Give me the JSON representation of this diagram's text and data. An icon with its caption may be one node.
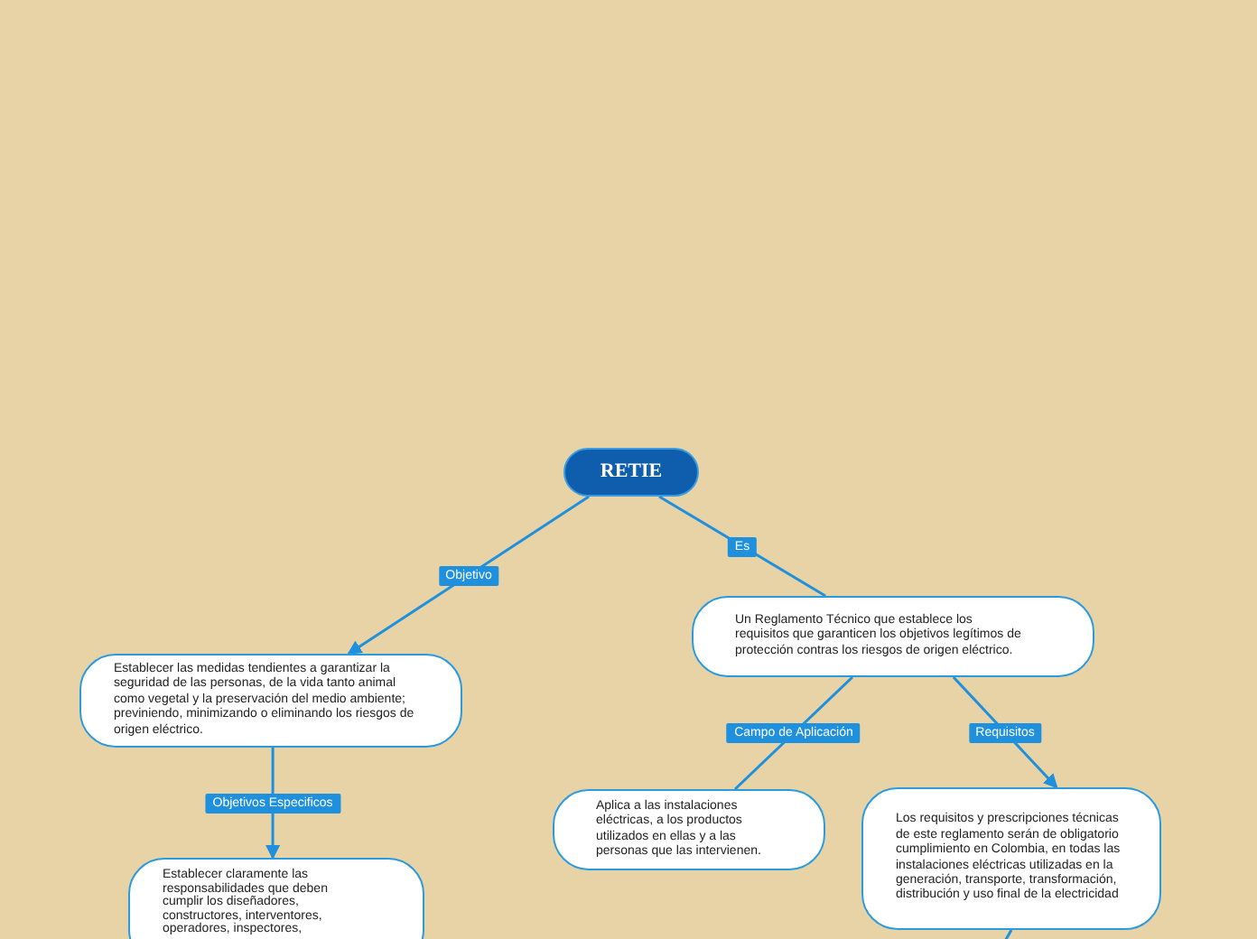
{
  "diagram": {
    "nodes": [
      {
        "text": [
          "RETIE"
        ]
      },
      {
        "text": [
          "Establecer las medidas tendientes a garantizar la seguridad de las personas, de la vida tanto animal como vegetal y la preservación del medio ambiente; previniendo, minimizando o eliminando los riesgos de origen eléctrico."
        ]
      },
      {
        "text": [
          "Un Reglamento Técnico que establece los requisitos que garanticen los objetivos legítimos de protección contras los riesgos de origen eléctrico."
        ]
      },
      {
        "text": [
          "Establecer claramente las responsabilidades que deben cumplir los diseñadores, constructores, interventores, operadores, inspectores,"
        ]
      },
      {
        "text": [
          "Aplica a las instalaciones eléctricas, a los productos utilizados en ellas y a las personas que las intervienen."
        ]
      },
      {
        "text": [
          "Los requisitos y prescripciones técnicas de este reglamento serán de obligatorio cumplimiento en Colombia, en todas las instalaciones eléctricas utilizadas en la generación, transporte, transformación, distribución y uso final de la electricidad"
        ]
      }
    ],
    "edges": [
      {
        "from": 0,
        "to": 1,
        "arrow": "to",
        "label": "Objetivo"
      },
      {
        "from": 0,
        "to": 2,
        "arrow": "none",
        "label": "Es"
      },
      {
        "from": 1,
        "to": 3,
        "arrow": "to",
        "label": "Objetivos Especificos"
      },
      {
        "from": 2,
        "to": 4,
        "arrow": "none",
        "label": "Campo de Aplicación"
      },
      {
        "from": 2,
        "to": 5,
        "arrow": "to",
        "label": "Requisitos"
      },
      {
        "from": 5,
        "to": null,
        "arrow": "none"
      }
    ]
  }
}
